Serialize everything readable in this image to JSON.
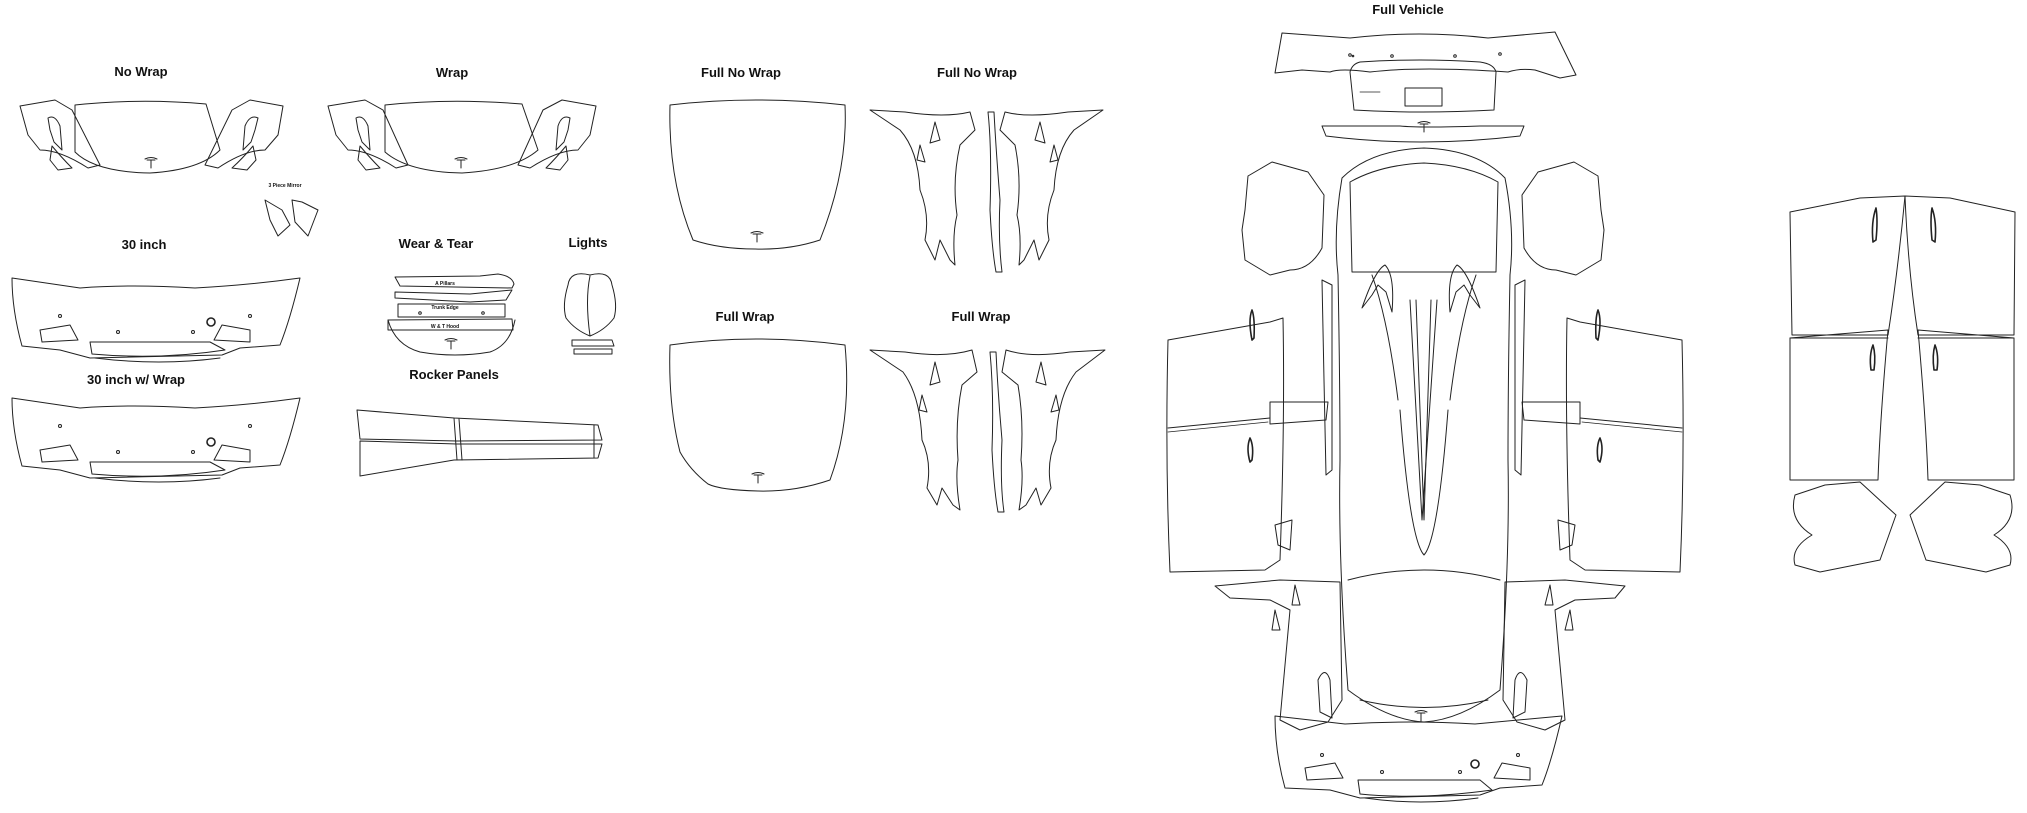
{
  "sections": {
    "no_wrap": "No Wrap",
    "wrap": "Wrap",
    "full_no_wrap_hood": "Full No Wrap",
    "full_no_wrap_fenders": "Full No Wrap",
    "thirty_inch": "30 inch",
    "wear_tear": "Wear & Tear",
    "lights": "Lights",
    "thirty_inch_wrap": "30 inch w/ Wrap",
    "rocker_panels": "Rocker Panels",
    "full_wrap_hood": "Full Wrap",
    "full_wrap_fenders": "Full Wrap",
    "full_vehicle": "Full Vehicle"
  },
  "piece_labels": {
    "small_piece": "3 Piece Mirror",
    "a_pillars": "A Pillars",
    "trunk_edge": "Trunk Edge",
    "w_t_hood": "W & T Hood"
  },
  "icons": [
    "tesla-logo-icon"
  ]
}
